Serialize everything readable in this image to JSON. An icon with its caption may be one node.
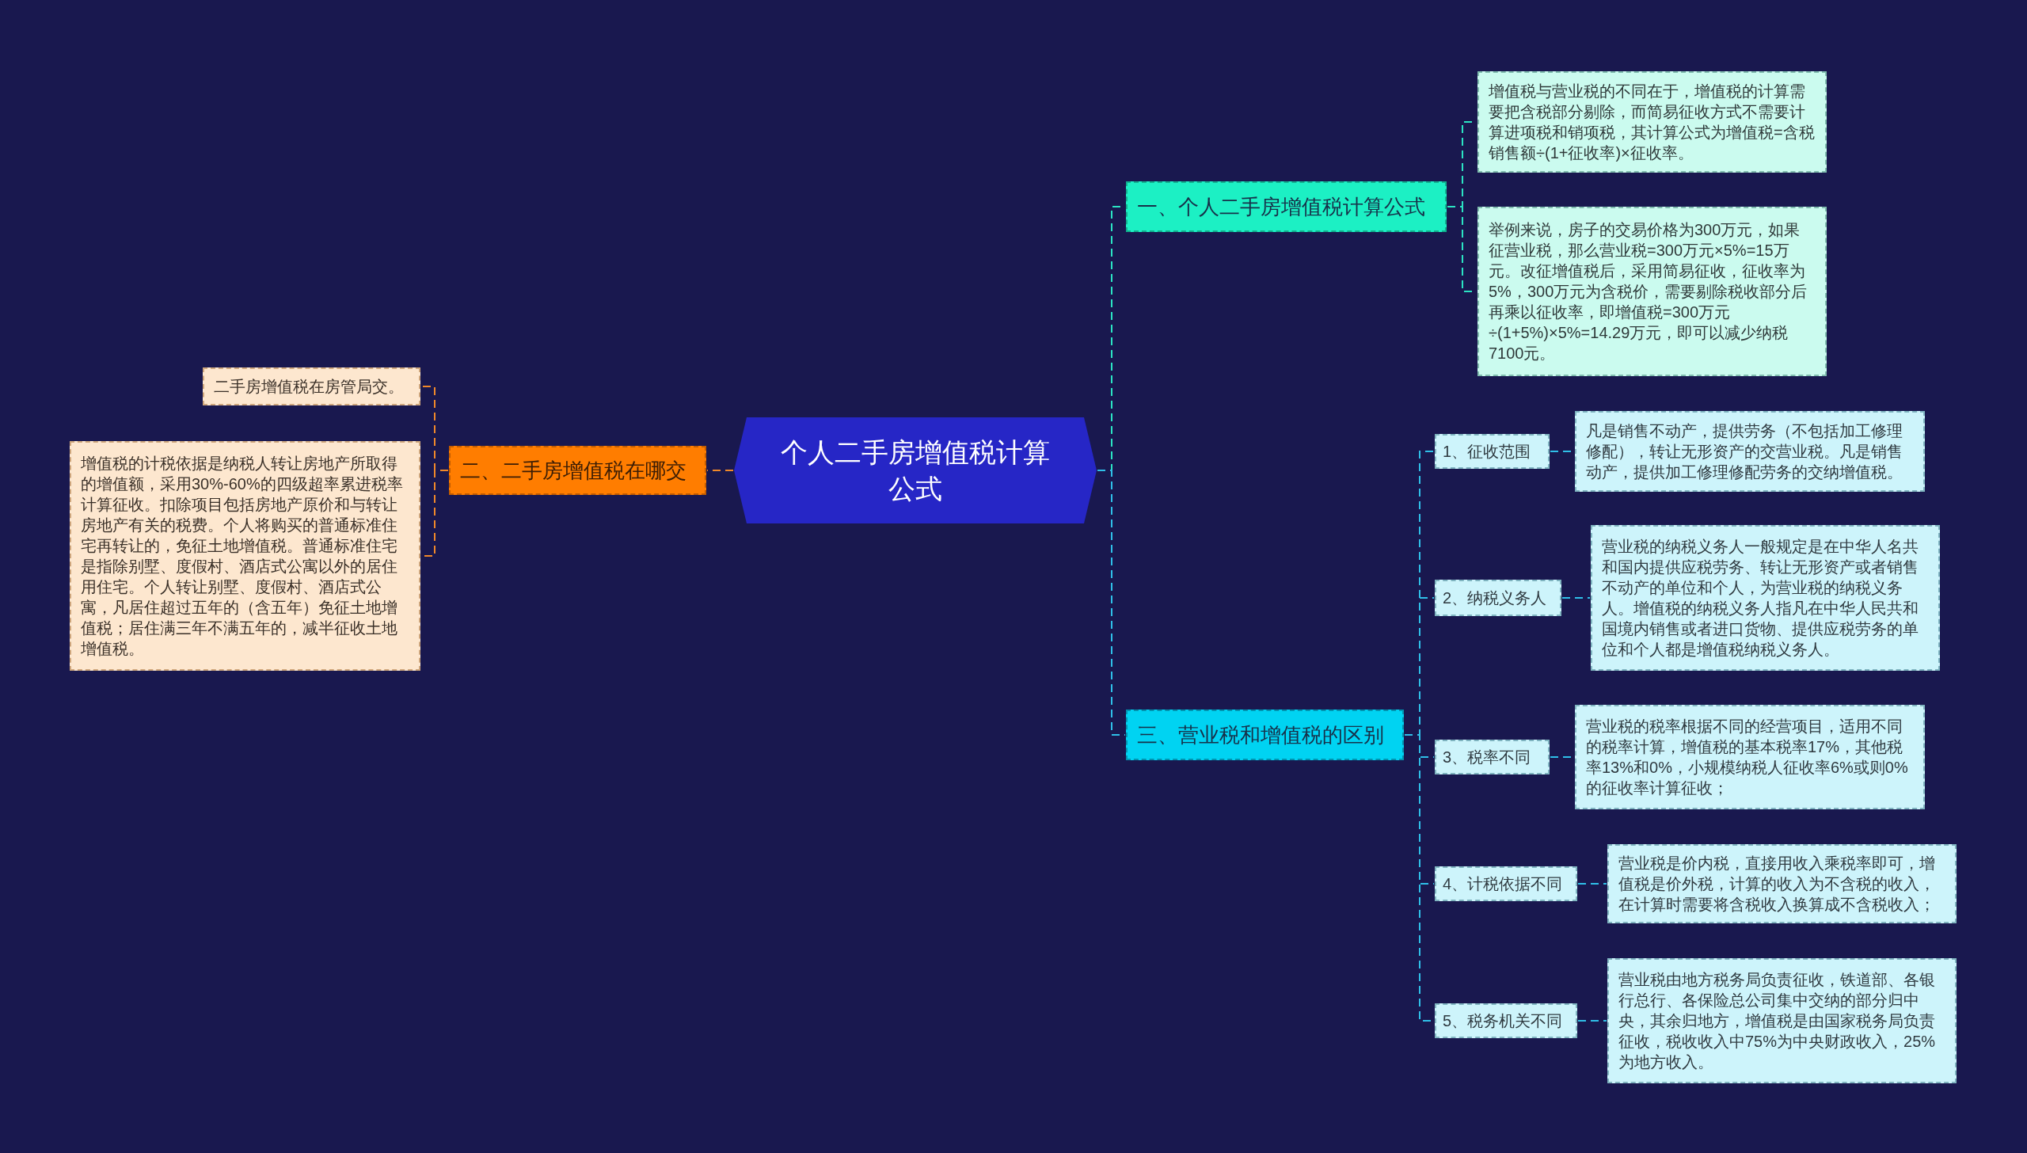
{
  "diagram": {
    "nodes": [
      {
        "text": [
          "个人二手房增值税计算公式"
        ]
      },
      {
        "text": [
          "一、个人二手房增值税计算公式"
        ]
      },
      {
        "text": [
          "增值税与营业税的不同在于，增值税的计算需要把含税部分剔除，而简易征收方式不需要计算进项税和销项税，其计算公式为增值税=含税销售额÷(1+征收率)×征收率。"
        ]
      },
      {
        "text": [
          "举例来说，房子的交易价格为300万元，如果征营业税，那么营业税=300万元×5%=15万元。改征增值税后，采用简易征收，征收率为5%，300万元为含税价，需要剔除税收部分后再乘以征收率，即增值税=300万元÷(1+5%)×5%=14.29万元，即可以减少纳税7100元。"
        ]
      },
      {
        "text": [
          "二、二手房增值税在哪交"
        ]
      },
      {
        "text": [
          "二手房增值税在房管局交。"
        ]
      },
      {
        "text": [
          "增值税的计税依据是纳税人转让房地产所取得的增值额，采用30%-60%的四级超率累进税率计算征收。扣除项目包括房地产原价和与转让房地产有关的税费。个人将购买的普通标准住宅再转让的，免征土地增值税。普通标准住宅是指除别墅、度假村、酒店式公寓以外的居住用住宅。个人转让别墅、度假村、酒店式公寓，凡居住超过五年的（含五年）免征土地增值税；居住满三年不满五年的，减半征收土地增值税。"
        ]
      },
      {
        "text": [
          "三、营业税和增值税的区别"
        ]
      },
      {
        "text": [
          "1、征收范围"
        ]
      },
      {
        "text": [
          "凡是销售不动产，提供劳务（不包括加工修理修配），转让无形资产的交营业税。凡是销售动产，提供加工修理修配劳务的交纳增值税。"
        ]
      },
      {
        "text": [
          "2、纳税义务人"
        ]
      },
      {
        "text": [
          "营业税的纳税义务人一般规定是在中华人名共和国内提供应税劳务、转让无形资产或者销售不动产的单位和个人，为营业税的纳税义务人。增值税的纳税义务人指凡在中华人民共和国境内销售或者进口货物、提供应税劳务的单位和个人都是增值税纳税义务人。"
        ]
      },
      {
        "text": [
          "3、税率不同"
        ]
      },
      {
        "text": [
          "营业税的税率根据不同的经营项目，适用不同的税率计算，增值税的基本税率17%，其他税率13%和0%，小规模纳税人征收率6%或则0%的征收率计算征收；"
        ]
      },
      {
        "text": [
          "4、计税依据不同"
        ]
      },
      {
        "text": [
          "营业税是价内税，直接用收入乘税率即可，增值税是价外税，计算的收入为不含税的收入，在计算时需要将含税收入换算成不含税收入；"
        ]
      },
      {
        "text": [
          "5、税务机关不同"
        ]
      },
      {
        "text": [
          "营业税由地方税务局负责征收，铁道部、各银行总行、各保险总公司集中交纳的部分归中央，其余归地方，增值税是由国家税务局负责征收，税收收入中75%为中央财政收入，25%为地方收入。"
        ]
      }
    ],
    "edges": [
      {
        "from": 0,
        "to": 1,
        "arrow": "none",
        "style": "dashed",
        "color": "#2be3c3"
      },
      {
        "from": 1,
        "to": 2,
        "arrow": "none",
        "style": "dashed",
        "color": "#2be3c3"
      },
      {
        "from": 1,
        "to": 3,
        "arrow": "none",
        "style": "dashed",
        "color": "#2be3c3"
      },
      {
        "from": 0,
        "to": 4,
        "arrow": "none",
        "style": "dashed",
        "color": "#f0892a"
      },
      {
        "from": 4,
        "to": 5,
        "arrow": "none",
        "style": "dashed",
        "color": "#f0892a"
      },
      {
        "from": 4,
        "to": 6,
        "arrow": "none",
        "style": "dashed",
        "color": "#f0892a"
      },
      {
        "from": 0,
        "to": 7,
        "arrow": "none",
        "style": "dashed"
      },
      {
        "from": 7,
        "to": 8,
        "arrow": "none",
        "style": "dashed"
      },
      {
        "from": 7,
        "to": 10,
        "arrow": "none",
        "style": "dashed"
      },
      {
        "from": 7,
        "to": 12,
        "arrow": "none",
        "style": "dashed"
      },
      {
        "from": 7,
        "to": 14,
        "arrow": "none",
        "style": "dashed"
      },
      {
        "from": 7,
        "to": 16,
        "arrow": "none",
        "style": "dashed"
      },
      {
        "from": 8,
        "to": 9,
        "arrow": "none",
        "style": "dashed"
      },
      {
        "from": 10,
        "to": 11,
        "arrow": "none",
        "style": "dashed"
      },
      {
        "from": 12,
        "to": 13,
        "arrow": "none",
        "style": "dashed"
      },
      {
        "from": 14,
        "to": 15,
        "arrow": "none",
        "style": "dashed"
      },
      {
        "from": 16,
        "to": 17,
        "arrow": "none",
        "style": "dashed"
      }
    ]
  }
}
